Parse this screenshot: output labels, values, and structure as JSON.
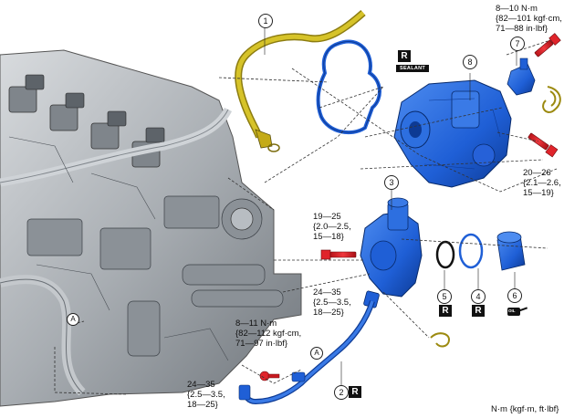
{
  "parts": [
    {
      "key": "1",
      "label": "1"
    },
    {
      "key": "2",
      "label": "2"
    },
    {
      "key": "3",
      "label": "3"
    },
    {
      "key": "4",
      "label": "4"
    },
    {
      "key": "5",
      "label": "5"
    },
    {
      "key": "6",
      "label": "6"
    },
    {
      "key": "7",
      "label": "7"
    },
    {
      "key": "8",
      "label": "8"
    }
  ],
  "replace_mark": "R",
  "sealant_mark": "SEALANT",
  "oil_mark": "OIL",
  "ref_marks": {
    "a1": "A",
    "a2": "A"
  },
  "torques": {
    "t7": [
      "8—10 N·m",
      "{82—101 kgf·cm,",
      "71—88 in·lbf}"
    ],
    "t8": [
      "20—26",
      "{2.1—2.6,",
      "15—19}"
    ],
    "t3": [
      "19—25",
      "{2.0—2.5,",
      "15—18}"
    ],
    "t_mid": [
      "24—35",
      "{2.5—3.5,",
      "18—25}"
    ],
    "t_bolt": [
      "8—11 N·m",
      "{82—112 kgf·cm,",
      "71—97 in·lbf}"
    ],
    "t_bottom": [
      "24—35",
      "{2.5—3.5,",
      "18—25}"
    ]
  },
  "units_note": "N·m {kgf·m, ft·lbf}",
  "colors": {
    "part_blue": "#1f5fd6",
    "bolt_red": "#e0242b",
    "hose_yellow": "#c8b21a",
    "engine_gray": "#9aa0a6"
  }
}
